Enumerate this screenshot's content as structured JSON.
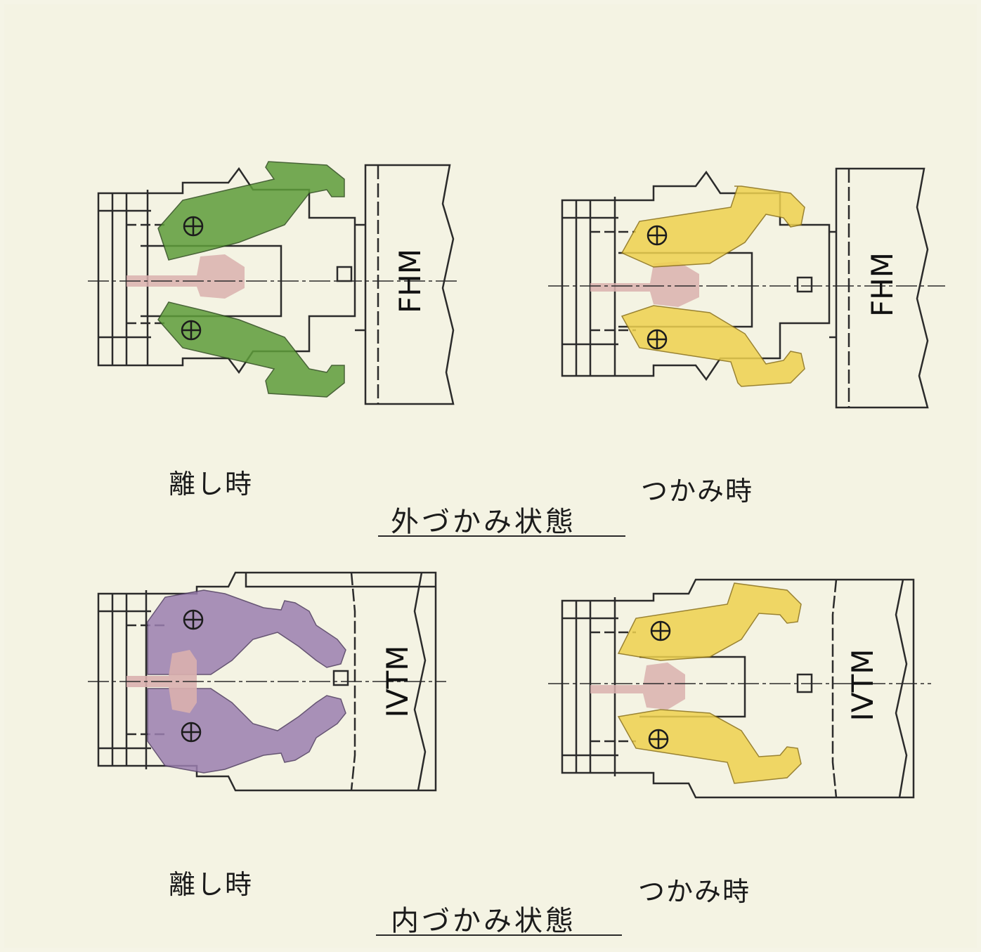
{
  "section_outer": {
    "heading": "外づかみ状態",
    "tool_label": "FHM",
    "left_caption": "離し時",
    "right_caption": "つかみ時"
  },
  "section_inner": {
    "heading": "内づかみ状態",
    "tool_label": "IVTM",
    "left_caption": "離し時",
    "right_caption": "つかみ時"
  },
  "colors": {
    "jaw_release_outer": "#5e9d3a",
    "jaw_grip": "#efd24f",
    "jaw_release_inner": "#9b7fb0",
    "piston": "#d9b0ae",
    "line": "#2b2b2b"
  }
}
